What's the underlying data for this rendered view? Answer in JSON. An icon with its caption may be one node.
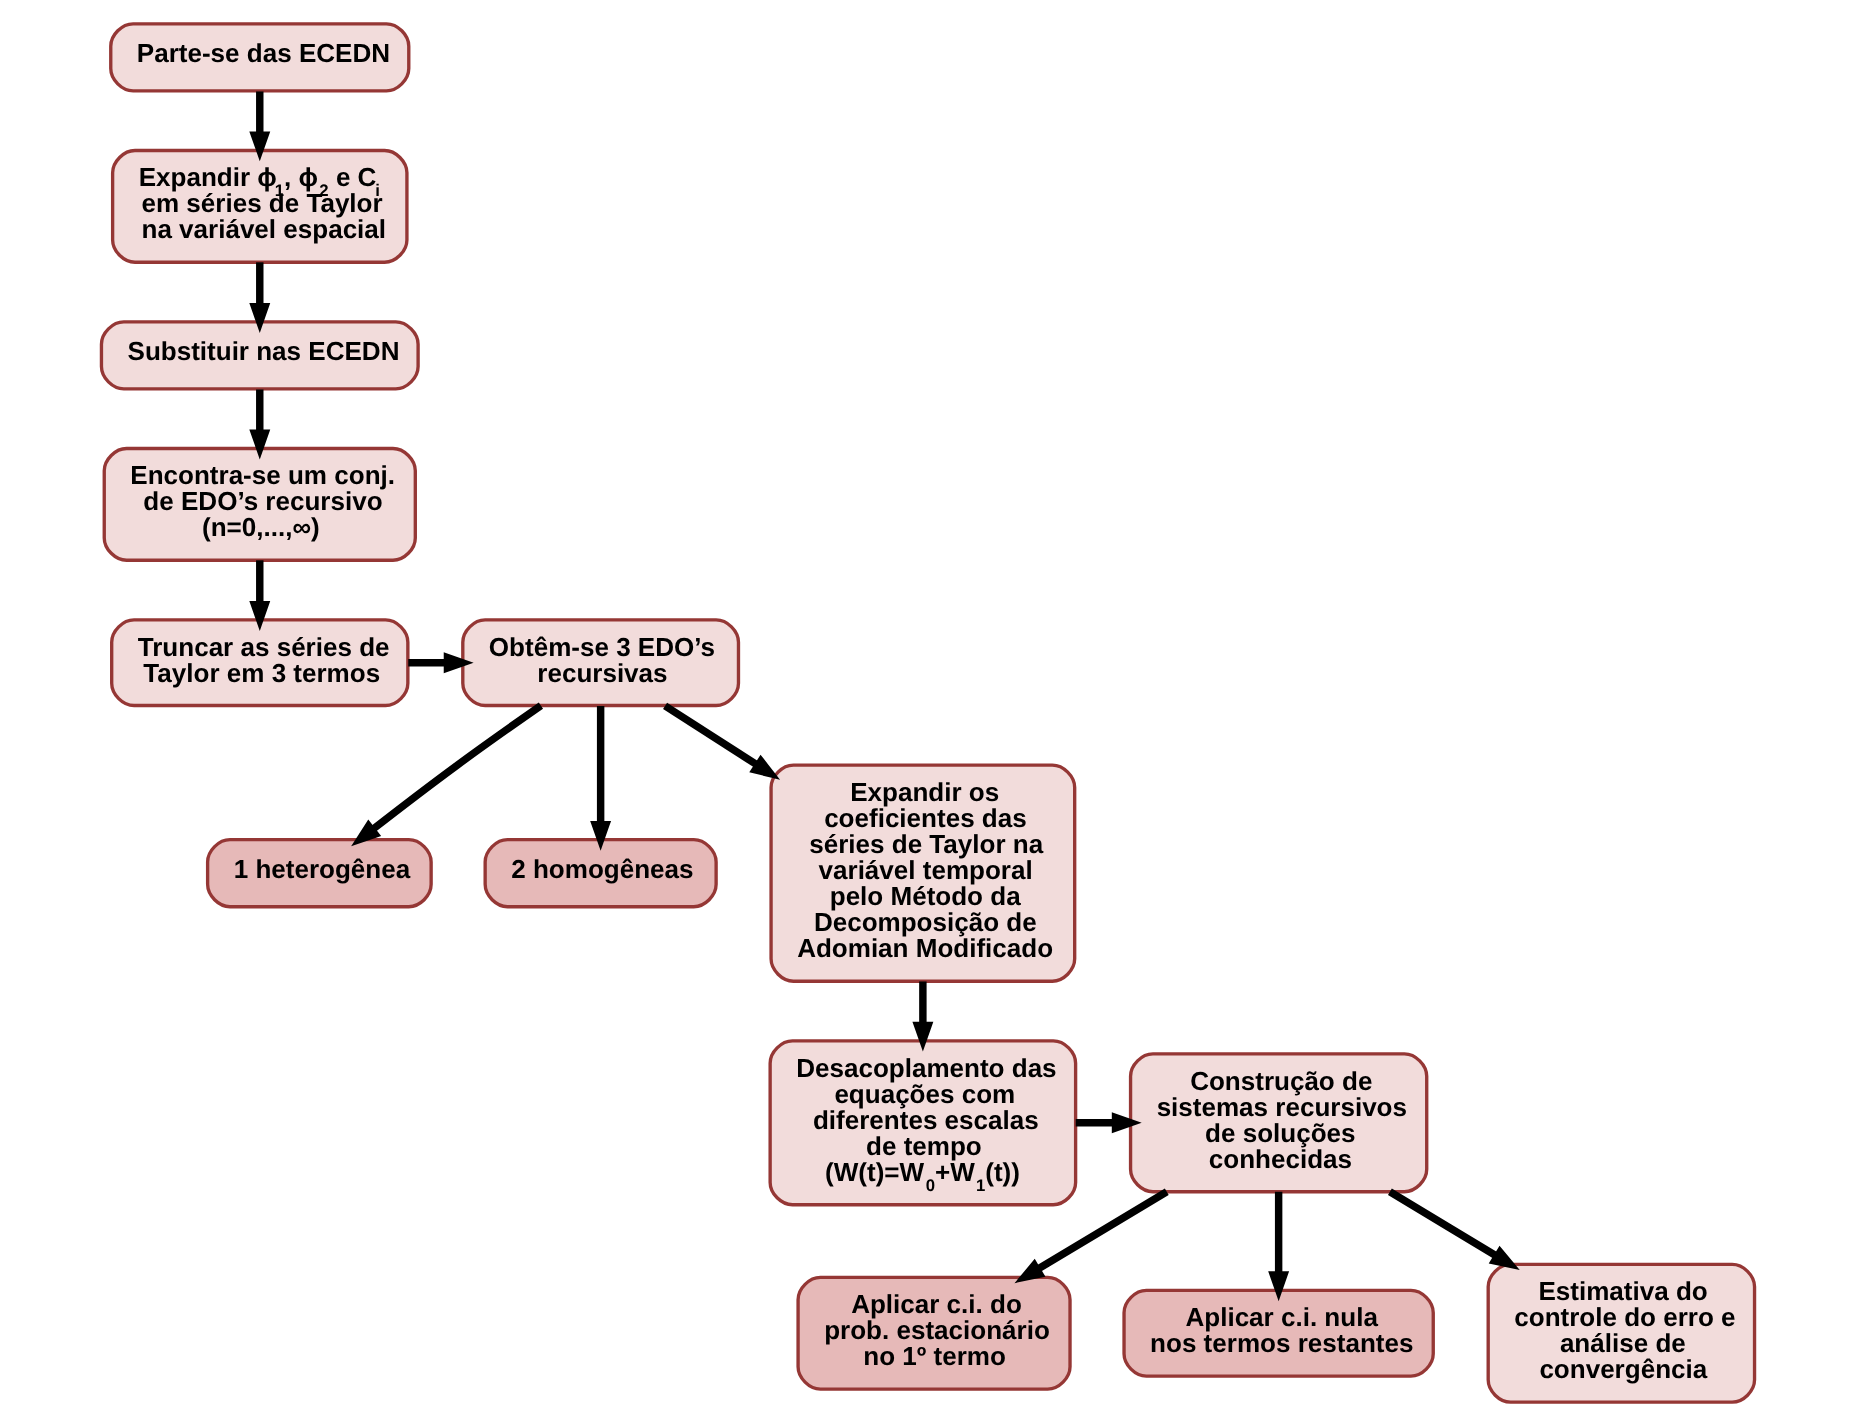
{
  "diagram": {
    "nodes": [
      {
        "text": [
          "Parte-se das ECEDN"
        ]
      },
      {
        "text": [
          "Expandir ϕ$_{1}$, ϕ$_{2}$ e C$_{i}$ em séries de Taylor na variável espacial"
        ]
      },
      {
        "text": [
          "Substituir nas ECEDN"
        ]
      },
      {
        "text": [
          "Encontra-se um conj. de EDO’s recursivo (n=0,...,∞)"
        ]
      },
      {
        "text": [
          "Truncar as séries de Taylor em 3 termos"
        ]
      },
      {
        "text": [
          "Obtêm-se 3 EDO’s recursivas"
        ]
      },
      {
        "text": [
          "1 heterogênea"
        ]
      },
      {
        "text": [
          "2 homogêneas"
        ]
      },
      {
        "text": [
          "Expandir os coeficientes das séries de Taylor na variável temporal pelo Método da Decomposição de Adomian Modificado"
        ]
      },
      {
        "text": [
          "Desacoplamento das equações com diferentes escalas de tempo (W(t)=W$_{0}$+W$_{1}$(t))"
        ]
      },
      {
        "text": [
          "Construção de sistemas recursivos de soluções conhecidas"
        ]
      },
      {
        "text": [
          "Aplicar c.i. do prob. estacionário no 1º termo"
        ]
      },
      {
        "text": [
          "Aplicar c.i. nula nos termos restantes"
        ]
      },
      {
        "text": [
          "Estimativa do controle do erro e análise de convergência"
        ]
      }
    ],
    "edges": [
      {
        "from": 0,
        "to": 1,
        "arrow": "to"
      },
      {
        "from": 1,
        "to": 2,
        "arrow": "to"
      },
      {
        "from": 2,
        "to": 3,
        "arrow": "to"
      },
      {
        "from": 3,
        "to": 4,
        "arrow": "to"
      },
      {
        "from": 4,
        "to": 5,
        "arrow": "to"
      },
      {
        "from": 5,
        "to": 6,
        "arrow": "to"
      },
      {
        "from": 5,
        "to": 7,
        "arrow": "to"
      },
      {
        "from": 5,
        "to": 8,
        "arrow": "to"
      },
      {
        "from": 8,
        "to": 9,
        "arrow": "to"
      },
      {
        "from": 9,
        "to": 10,
        "arrow": "to"
      },
      {
        "from": 10,
        "to": 11,
        "arrow": "to"
      },
      {
        "from": 10,
        "to": 12,
        "arrow": "to"
      },
      {
        "from": 10,
        "to": 13,
        "arrow": "to"
      }
    ]
  }
}
